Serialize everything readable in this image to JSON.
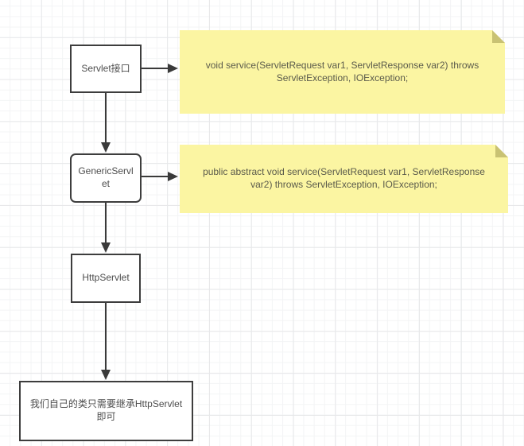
{
  "diagram": {
    "nodes": [
      {
        "id": "servlet-interface",
        "label": "Servlet接口",
        "shape": "rectangle"
      },
      {
        "id": "generic-servlet",
        "label": "GenericServlet",
        "shape": "rounded-rectangle"
      },
      {
        "id": "http-servlet",
        "label": "HttpServlet",
        "shape": "rectangle"
      },
      {
        "id": "custom-class",
        "label": "我们自己的类只需要继承HttpServlet即可",
        "shape": "rectangle"
      }
    ],
    "notes": [
      {
        "id": "note-service-signature",
        "text": "void service(ServletRequest var1, ServletResponse var2) throws ServletException, IOException;"
      },
      {
        "id": "note-abstract-service-signature",
        "text": "public abstract void service(ServletRequest var1, ServletResponse var2) throws ServletException, IOException;"
      }
    ],
    "edges": [
      {
        "from": "servlet-interface",
        "to": "note-service-signature",
        "direction": "right"
      },
      {
        "from": "servlet-interface",
        "to": "generic-servlet",
        "direction": "down"
      },
      {
        "from": "generic-servlet",
        "to": "note-abstract-service-signature",
        "direction": "right"
      },
      {
        "from": "generic-servlet",
        "to": "http-servlet",
        "direction": "down"
      },
      {
        "from": "http-servlet",
        "to": "custom-class",
        "direction": "down"
      }
    ],
    "colors": {
      "note_bg": "#fbf5a2",
      "note_fold": "#c9c273",
      "note_text": "#5a5a4b",
      "box_border": "#3d3d3d",
      "box_text": "#4d4d4d",
      "arrow": "#3a3a3a",
      "grid_minor": "#f3f4f5",
      "grid_major": "#e7e8ea"
    }
  }
}
